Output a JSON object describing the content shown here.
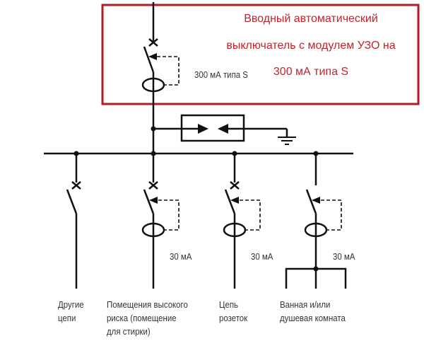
{
  "callout": {
    "line1": "Вводный автоматический",
    "line2": "выключатель с модулем УЗО на",
    "line3": "300 мА типа S",
    "border_color": "#b01c24",
    "text_color": "#c4222b"
  },
  "main": {
    "rcd_label": "300 мА типа S"
  },
  "branches": [
    {
      "name": "other",
      "rcd": null,
      "breaker": true,
      "label": [
        "Другие",
        "цепи"
      ]
    },
    {
      "name": "high-risk",
      "rcd": "30 мА",
      "breaker": true,
      "label": [
        "Помещения высокого",
        "риска (помещение",
        "для стирки)"
      ]
    },
    {
      "name": "sockets",
      "rcd": "30 мА",
      "breaker": true,
      "label": [
        "Цепь",
        "розеток"
      ]
    },
    {
      "name": "bathroom",
      "rcd": "30 мА",
      "breaker": false,
      "label": [
        "Ванная и/или",
        "душевая комната"
      ]
    }
  ]
}
